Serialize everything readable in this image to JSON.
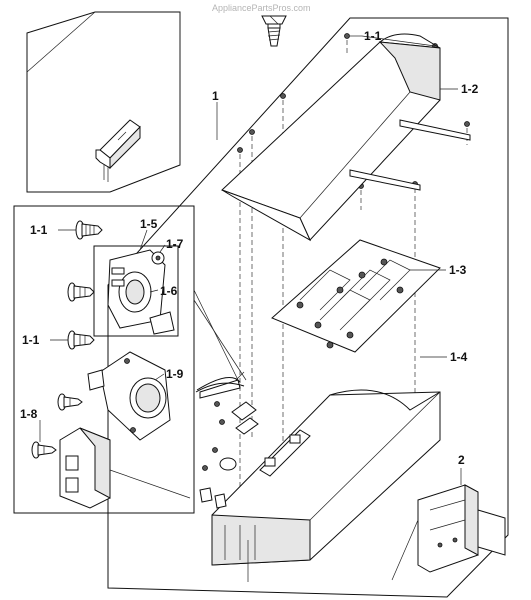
{
  "watermark": "AppliancePartsPros.com",
  "callouts": {
    "c1": "1",
    "c1_1_top": "1-1",
    "c1_2": "1-2",
    "c1_3": "1-3",
    "c1_4": "1-4",
    "c2": "2",
    "c1_1_a": "1-1",
    "c1_5": "1-5",
    "c1_7": "1-7",
    "c1_6": "1-6",
    "c1_1_b": "1-1",
    "c1_9": "1-9",
    "c1_8": "1-8"
  }
}
